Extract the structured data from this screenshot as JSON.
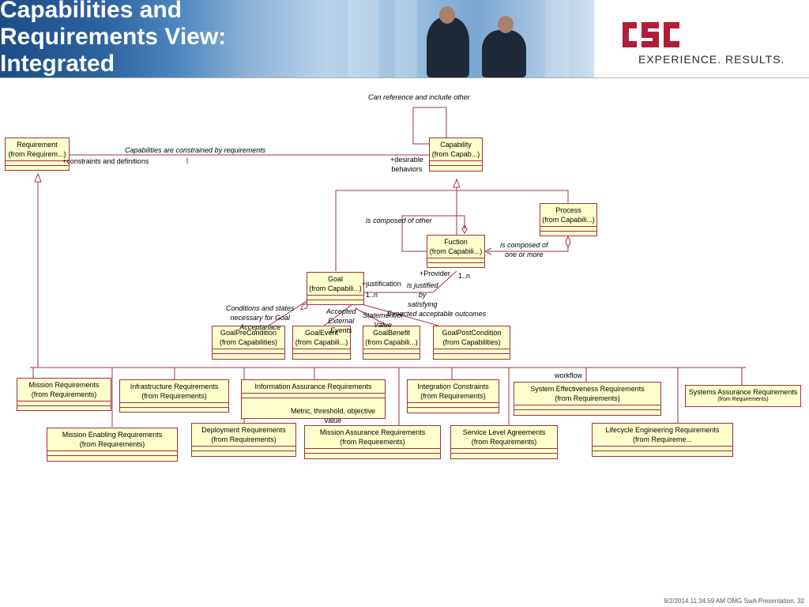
{
  "slide": {
    "title": "Capabilities and\nRequirements View:\nIntegrated",
    "tagline": "EXPERIENCE. RESULTS.",
    "brand_color": "#b01e3a",
    "logo": "csc-logo",
    "footer": "9/2/2014 11:34:59 AM OMG SwA Presentation. 32"
  },
  "diagram": {
    "line_color": "#a03048",
    "box_fill": "#ffffcc",
    "classes": {
      "requirement": "Requirement\n(from Requirem...)",
      "capability": "Capability\n(from Capab...)",
      "process": "Process\n(from Capabili...)",
      "fuction": "Fuction\n(from Capabili...)",
      "goal": "Goal\n(from Capabili...)",
      "goal_precondition": "GoalPreCondition\n(from Capabilities)",
      "goal_event": "GoalEvent\n(from Capabili...)",
      "goal_benefit": "GoalBenefit\n(from Capabili...)",
      "goal_postcondition": "GoalPostCondition\n(from Capabilities)",
      "mission_req": "Mission Requirements\n(from Requirements)",
      "infrastructure_req": "Infrastructure Requirements\n(from Requirements)",
      "information_assurance_req": "Information Assurance Requirements",
      "information_assurance_attr": "Metric, threshold, objective value",
      "integration_constraints": "Integration Constraints\n(from Requirements)",
      "system_effectiveness_req": "System Effectiveness Requirements\n(from Requirements)",
      "systems_assurance_req": "Systems Assurance Requirements",
      "systems_assurance_from": "(from Requirements)",
      "mission_enabling_req": "Mission Enabling Requirements\n(from Requirements)",
      "deployment_req": "Deployment Requirements\n(from Requirements)",
      "mission_assurance_req": "Mission Assurance Requirements\n(from Requirements)",
      "service_level_agreements": "Service Level Agreements\n(from Requirements)",
      "lifecycle_engineering_req": "Lifecycle Engineering Requirements\n(from Requireme..."
    },
    "labels": {
      "can_reference": "Can reference and include other",
      "constrained_by": "Capabilities are constrained by requirements",
      "constraints_role": "+constraints and definitions",
      "desirable_behaviors": "+desirable\nbehaviors",
      "is_composed_of_other": "is composed of other",
      "is_composed_of": "is composed of\none or more",
      "provider": "+Provider",
      "mult_provider": "1..n",
      "justification": "+justification",
      "mult_goal": "1..n",
      "is_justified": "is justified\nby\nsatisfying",
      "conditions": "Conditions and states\nnecessary for Goal\nAcceptanace",
      "accepted_events": "Accepted\nExternal\nEvents",
      "statement_value": "Statement of\nValue",
      "expected_outcomes": "Expected acceptable outcomes",
      "workflow": "workflow"
    }
  }
}
